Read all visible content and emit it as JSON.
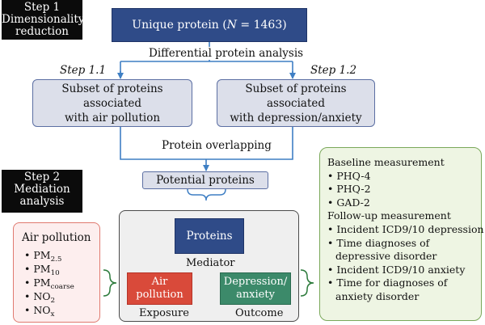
{
  "step1": {
    "line1": "Step 1",
    "line2": "Dimensionality",
    "line3": "reduction"
  },
  "step2": {
    "line1": "Step 2",
    "line2": "Mediation",
    "line3": "analysis"
  },
  "top_box": {
    "prefix": "Unique protein (",
    "n": "N",
    "suffix": " = 1463)"
  },
  "differential": "Differential protein analysis",
  "step11": "Step 1.1",
  "step12": "Step 1.2",
  "subset_air": {
    "line1": "Subset of proteins associated",
    "line2": "with air pollution"
  },
  "subset_dep": {
    "line1": "Subset of  proteins associated",
    "line2": "with depression/anxiety"
  },
  "overlapping": "Protein overlapping",
  "potential": "Potential proteins",
  "air_panel": {
    "title": "Air pollution",
    "items": [
      {
        "base": "PM",
        "sub": "2.5"
      },
      {
        "base": "PM",
        "sub": "10"
      },
      {
        "base": "PM",
        "sub": "coarse"
      },
      {
        "base": "NO",
        "sub": "2"
      },
      {
        "base": "NO",
        "sub": "x"
      }
    ]
  },
  "mediation": {
    "proteins": "Proteins",
    "mediator": "Mediator",
    "air1": "Air",
    "air2": "pollution",
    "exposure": "Exposure",
    "dep1": "Depression/",
    "dep2": "anxiety",
    "outcome": "Outcome"
  },
  "right_panel": {
    "baseline": "Baseline measurement",
    "baseline_items": [
      "PHQ-4",
      "PHQ-2",
      "GAD-2"
    ],
    "followup": "Follow-up measurement",
    "followup_items": [
      "Incident ICD9/10 depression",
      "Time diagnoses of",
      "depressive disorder",
      "Incident ICD9/10 anxiety",
      "Time for diagnoses of",
      "anxiety disorder"
    ]
  },
  "colors": {
    "navy": "#2f4b88",
    "lavender": "#dcdfea",
    "red": "#d94a3a",
    "green": "#3c8a6a",
    "arrow_blue": "#3f7fc4"
  }
}
